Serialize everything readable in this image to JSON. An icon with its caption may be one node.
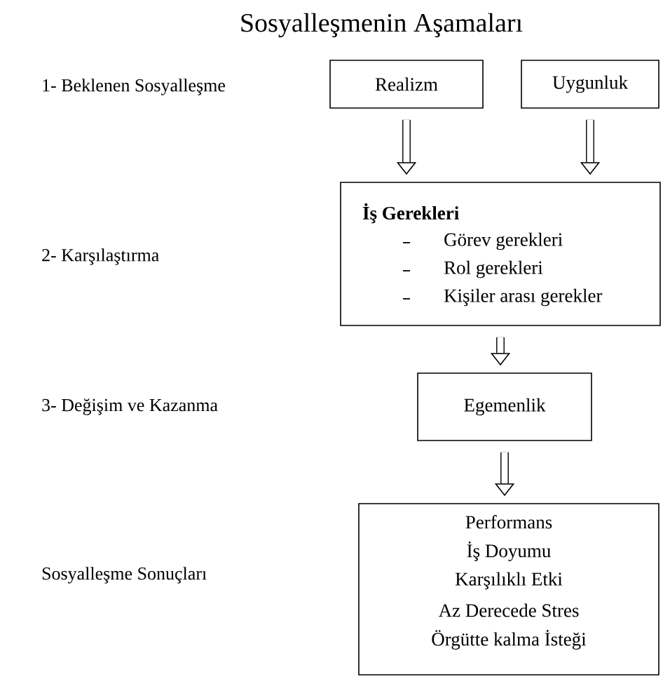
{
  "diagram": {
    "title": "Sosyalleşmenin Aşamaları",
    "nodes": [
      {
        "text": [
          "Realizm"
        ]
      },
      {
        "text": [
          "Uygunluk"
        ]
      },
      {
        "text": [
          "İş Gerekleri",
          "Görev gerekleri",
          "Rol gerekleri",
          "Kişiler arası gerekler"
        ]
      },
      {
        "text": [
          "Egemenlik"
        ]
      },
      {
        "text": [
          "Performans",
          "İş Doyumu",
          "Karşılıklı Etki",
          "Az Derecede Stres",
          "Örgütte kalma İsteği"
        ]
      }
    ],
    "edges": [
      {
        "from": 0,
        "to": 2,
        "arrow": "to"
      },
      {
        "from": 1,
        "to": 2,
        "arrow": "to"
      },
      {
        "from": 2,
        "to": 3,
        "arrow": "to"
      },
      {
        "from": 3,
        "to": 4,
        "arrow": "to"
      }
    ],
    "labels": [
      "1- Beklenen Sosyalleşme",
      "2- Karşılaştırma",
      "3- Değişim ve Kazanma",
      "Sosyalleşme Sonuçları"
    ]
  }
}
